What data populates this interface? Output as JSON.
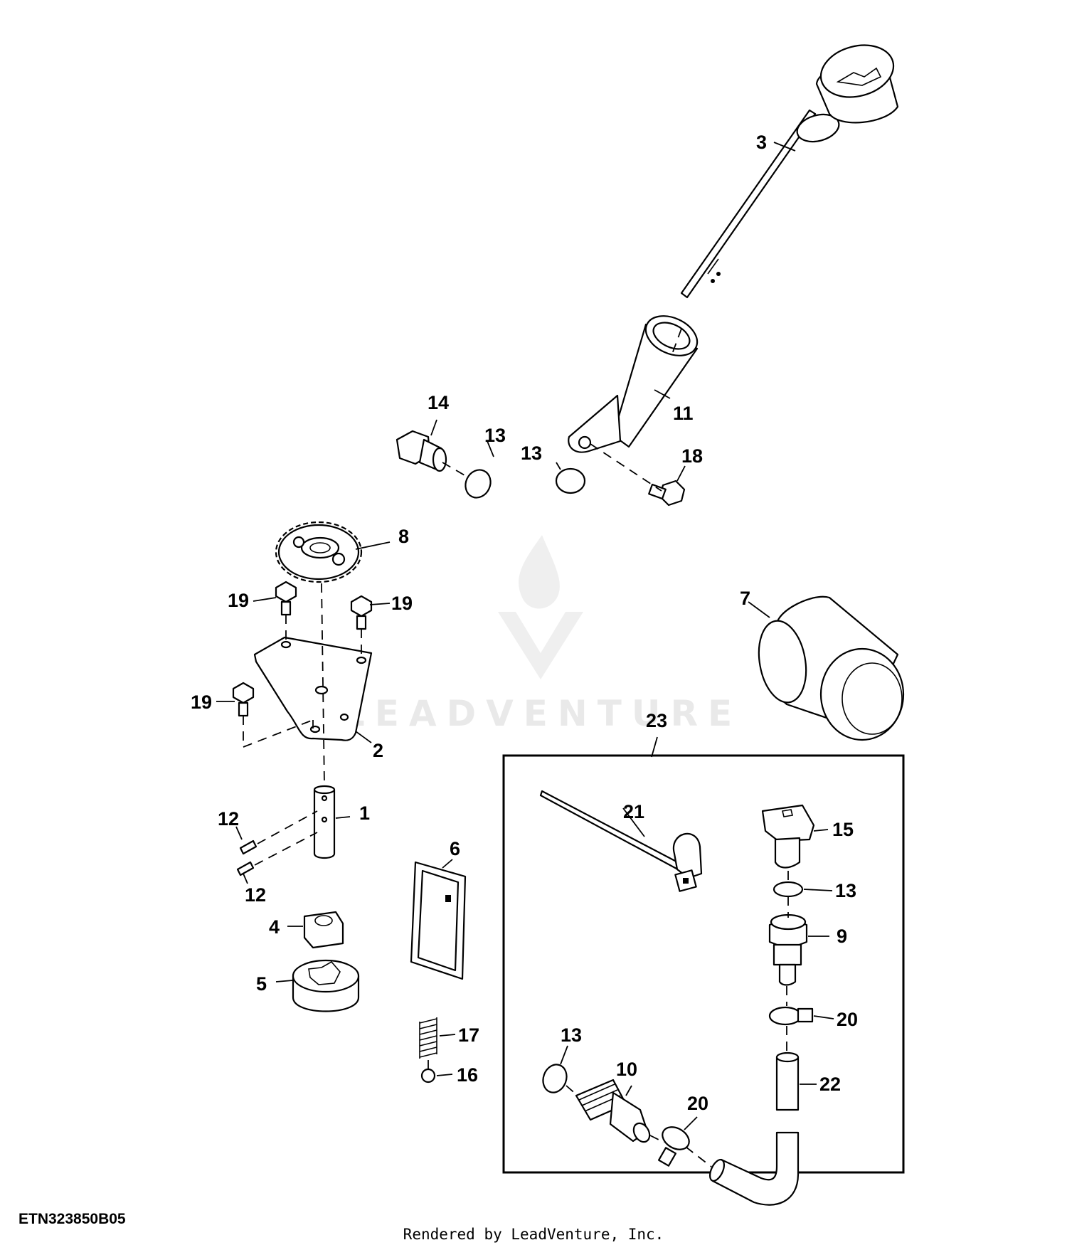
{
  "diagram": {
    "figure_id": "ETN323850B05",
    "credit": "Rendered by LeadVenture, Inc.",
    "watermark": "LEADVENTURE",
    "callouts": {
      "c1": "1",
      "c2": "2",
      "c3": "3",
      "c4": "4",
      "c5": "5",
      "c6": "6",
      "c7": "7",
      "c8": "8",
      "c9": "9",
      "c10": "10",
      "c11": "11",
      "c12a": "12",
      "c12b": "12",
      "c13a": "13",
      "c13b": "13",
      "c13c": "13",
      "c13d": "13",
      "c14": "14",
      "c15": "15",
      "c16": "16",
      "c17": "17",
      "c18": "18",
      "c19a": "19",
      "c19b": "19",
      "c19c": "19",
      "c20a": "20",
      "c20b": "20",
      "c21": "21",
      "c22": "22",
      "c23": "23"
    }
  }
}
